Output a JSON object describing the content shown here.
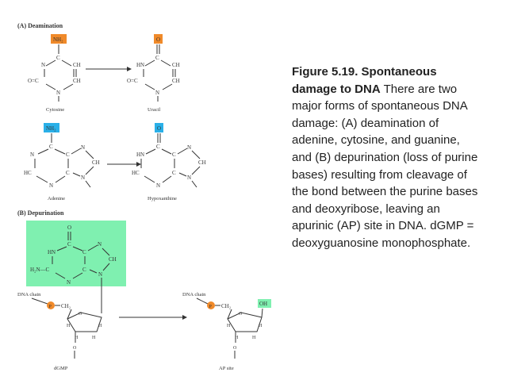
{
  "diagram": {
    "section_a": "(A) Deamination",
    "section_b": "(B) Depurination",
    "labels": {
      "nh2": "NH₂",
      "o": "O",
      "oh": "OH",
      "n": "N",
      "hn": "HN",
      "ch": "CH",
      "hc": "HC",
      "c": "C",
      "h": "H",
      "oeqc": "O=C",
      "h2neqc": "H₂N—C",
      "ch2": "CH₂",
      "p": "P"
    },
    "molecules": {
      "cytosine": "Cytosine",
      "uracil": "Uracil",
      "adenine": "Adenine",
      "hypoxanthine": "Hypoxanthine",
      "dna_chain_left": "DNA chain",
      "dna_chain_right": "DNA chain",
      "dgmp": "dGMP",
      "ap_site": "AP site"
    },
    "colors": {
      "orange": "#f08a2a",
      "blue": "#2ab0e8",
      "green": "#7ff0b0"
    }
  },
  "caption": {
    "title": "Figure 5.19. Spontaneous damage to DNA",
    "body": " There are two major forms of spontaneous DNA damage: (A) deamination of adenine, cytosine, and guanine, and (B) depurination (loss of purine bases) resulting from cleavage of the bond between the purine bases and deoxyribose, leaving an apurinic (AP) site in DNA. dGMP = deoxyguanosine monophosphate."
  }
}
